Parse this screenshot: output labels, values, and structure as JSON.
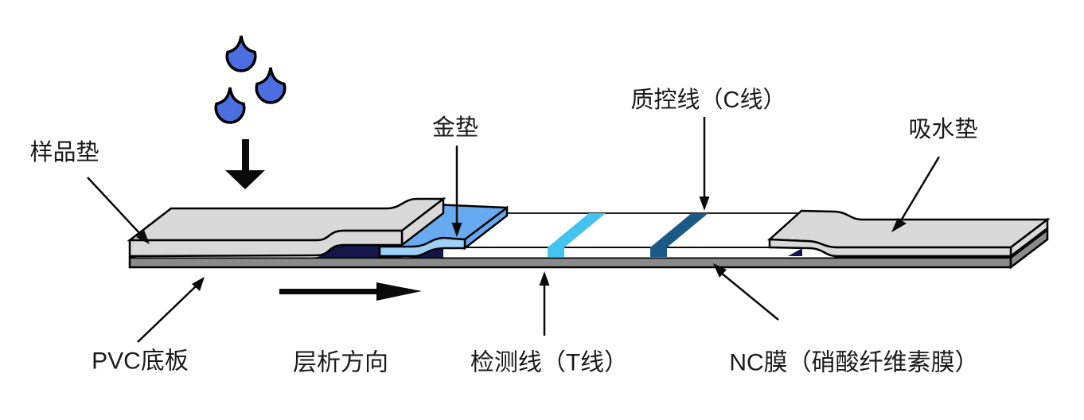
{
  "diagram": {
    "labels": {
      "sample_pad": "样品垫",
      "gold_pad": "金垫",
      "control_line": "质控线（C线）",
      "absorbent_pad": "吸水垫",
      "pvc_backing": "PVC底板",
      "flow_direction": "层析方向",
      "test_line": "检测线（T线）",
      "nc_membrane": "NC膜（硝酸纤维素膜）"
    },
    "colors": {
      "droplet": "#4b6ee1",
      "gold_pad_light": "#9ecff7",
      "gold_pad_medium": "#68aaef",
      "test_line": "#44c3f1",
      "control_line": "#1a5a84",
      "pad_gray": "#d9d9d9",
      "base_gray": "#8a8a8a",
      "shadow_navy": "#15154a",
      "membrane_white": "#ffffff",
      "outline": "#000000",
      "arrow_black": "#0a0a0a"
    }
  }
}
